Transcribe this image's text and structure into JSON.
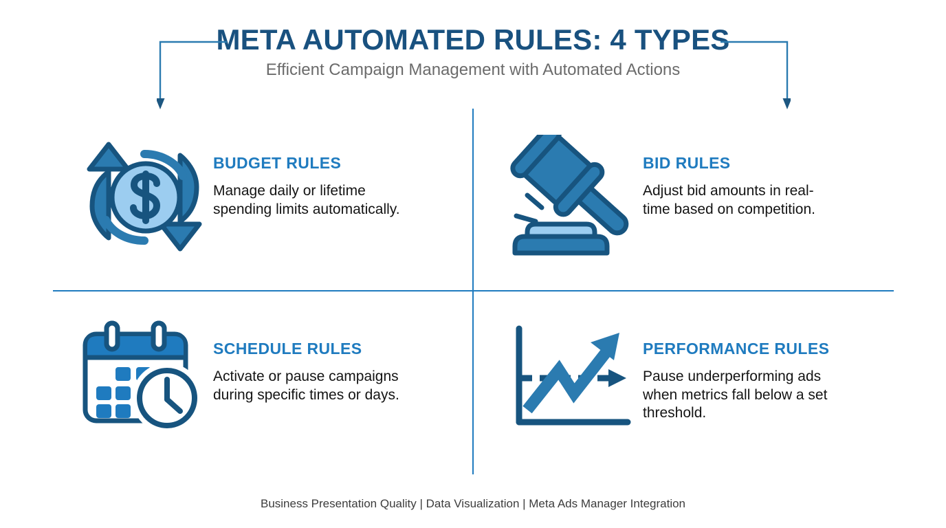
{
  "header": {
    "title": "META AUTOMATED RULES: 4 TYPES",
    "subtitle": "Efficient Campaign Management with Automated Actions",
    "title_color": "#19517f",
    "subtitle_color": "#6b6b6b"
  },
  "theme": {
    "accent_blue": "#1f7bbf",
    "dark_blue": "#17547f",
    "light_blue": "#9ccdf0",
    "divider_color": "#1f7bbf",
    "background": "#ffffff"
  },
  "cards": [
    {
      "id": "budget-rules",
      "icon": "budget-cycle-dollar-icon",
      "title": "BUDGET RULES",
      "description": "Manage daily or lifetime spending limits automatically."
    },
    {
      "id": "bid-rules",
      "icon": "gavel-icon",
      "title": "BID RULES",
      "description": "Adjust bid amounts in real-time based on competition."
    },
    {
      "id": "schedule-rules",
      "icon": "calendar-clock-icon",
      "title": "SCHEDULE RULES",
      "description": "Activate or pause campaigns during specific times or days."
    },
    {
      "id": "performance-rules",
      "icon": "growth-chart-arrow-icon",
      "title": "PERFORMANCE RULES",
      "description": "Pause underperforming ads when metrics fall below a set threshold."
    }
  ],
  "footer": {
    "text": "Business Presentation Quality | Data Visualization | Meta Ads Manager Integration"
  }
}
